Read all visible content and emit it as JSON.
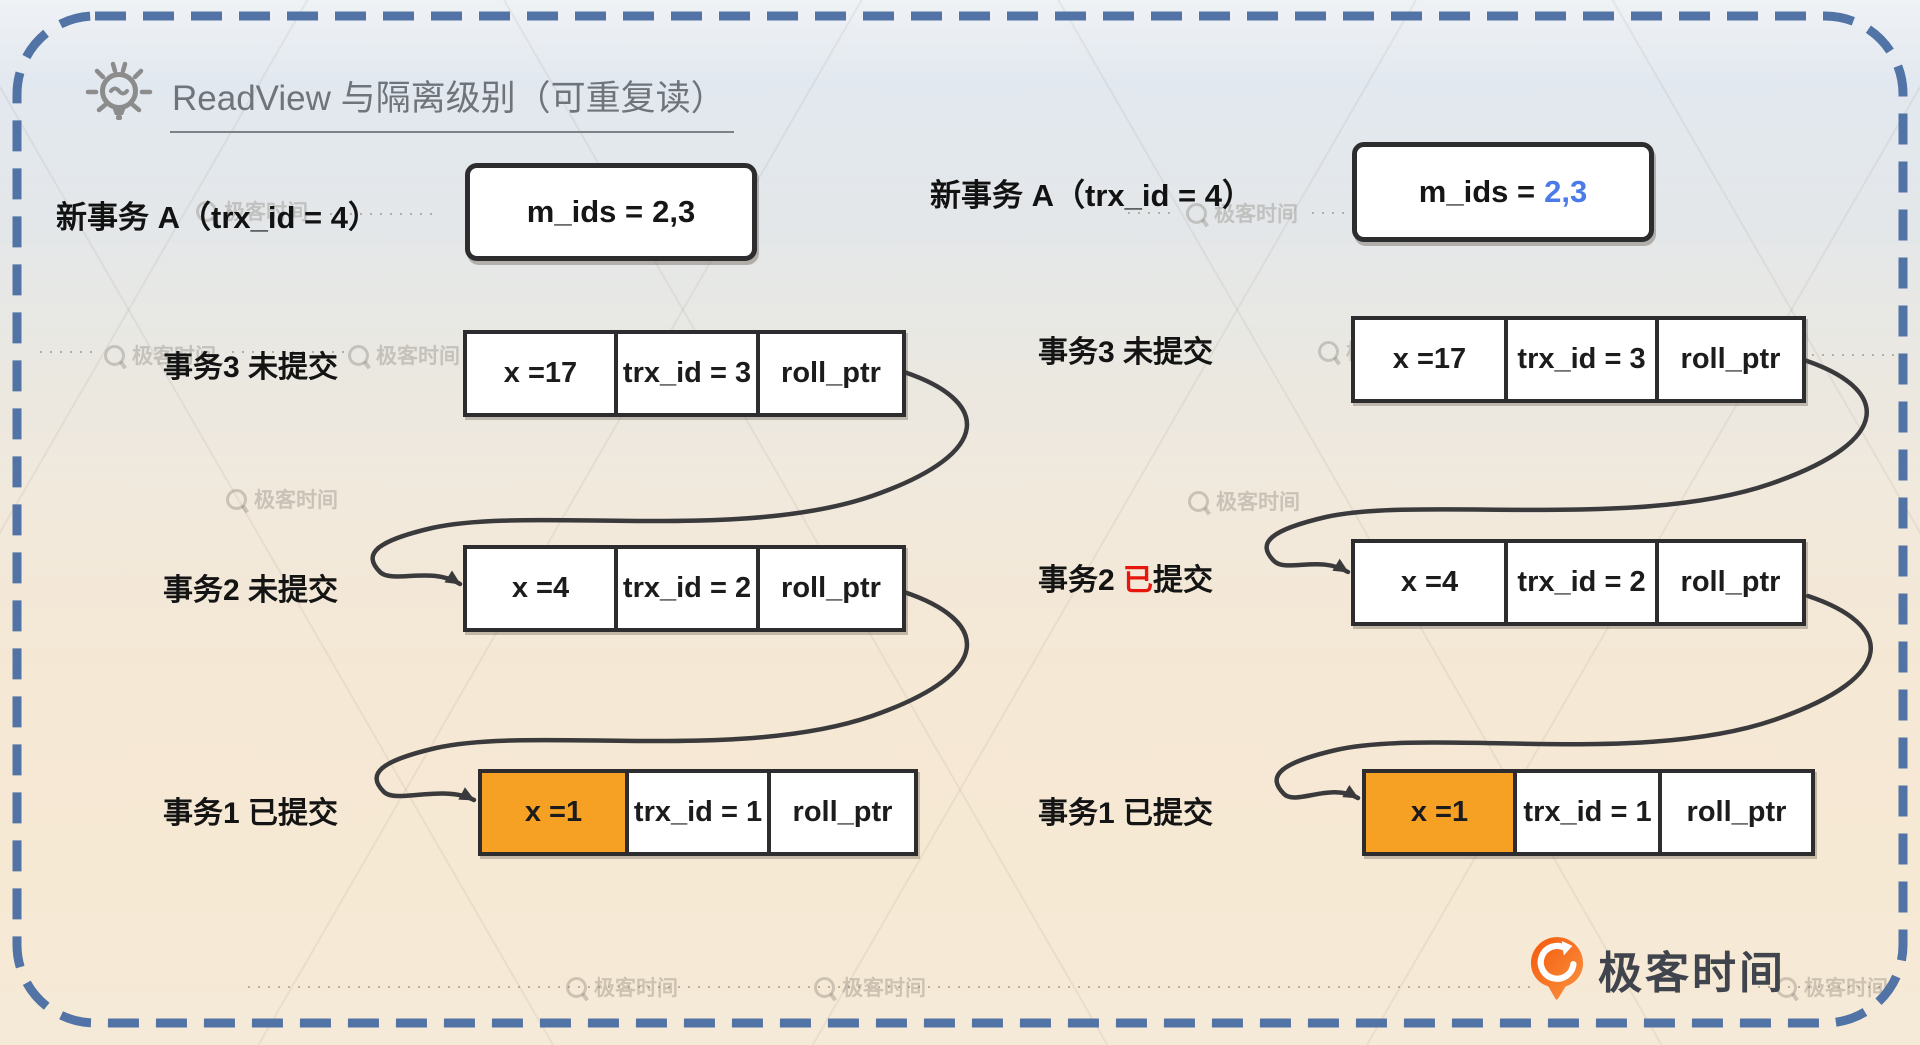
{
  "title": "ReadView 与隔离级别（可重复读）",
  "watermark_text": "极客时间",
  "brand": {
    "name": "极客时间"
  },
  "colors": {
    "highlight_orange": "#F6A124",
    "mids_value_blue": "#4A7BE8",
    "committed_red": "#E8150D"
  },
  "left_panel": {
    "new_trx_label": "新事务 A（trx_id = 4）",
    "mids_prefix": "m_ids =",
    "mids_value": "2,3",
    "rows": [
      {
        "label_pre": "事务3 ",
        "label_em": "",
        "label_post": "未提交",
        "cells": [
          "x =17",
          "trx_id = 3",
          "roll_ptr"
        ]
      },
      {
        "label_pre": "事务2 ",
        "label_em": "",
        "label_post": "未提交",
        "cells": [
          "x =4",
          "trx_id = 2",
          "roll_ptr"
        ]
      },
      {
        "label_pre": "事务1 ",
        "label_em": "",
        "label_post": "已提交",
        "cells": [
          "x =1",
          "trx_id = 1",
          "roll_ptr"
        ]
      }
    ]
  },
  "right_panel": {
    "new_trx_label": "新事务 A（trx_id = 4）",
    "mids_prefix": "m_ids =",
    "mids_value": "2,3",
    "rows": [
      {
        "label_pre": "事务3 ",
        "label_em": "",
        "label_post": "未提交",
        "cells": [
          "x =17",
          "trx_id = 3",
          "roll_ptr"
        ]
      },
      {
        "label_pre": "事务2 ",
        "label_em": "已",
        "label_post": "提交",
        "cells": [
          "x =4",
          "trx_id = 2",
          "roll_ptr"
        ]
      },
      {
        "label_pre": "事务1 ",
        "label_em": "",
        "label_post": "已提交",
        "cells": [
          "x =1",
          "trx_id = 1",
          "roll_ptr"
        ]
      }
    ]
  }
}
